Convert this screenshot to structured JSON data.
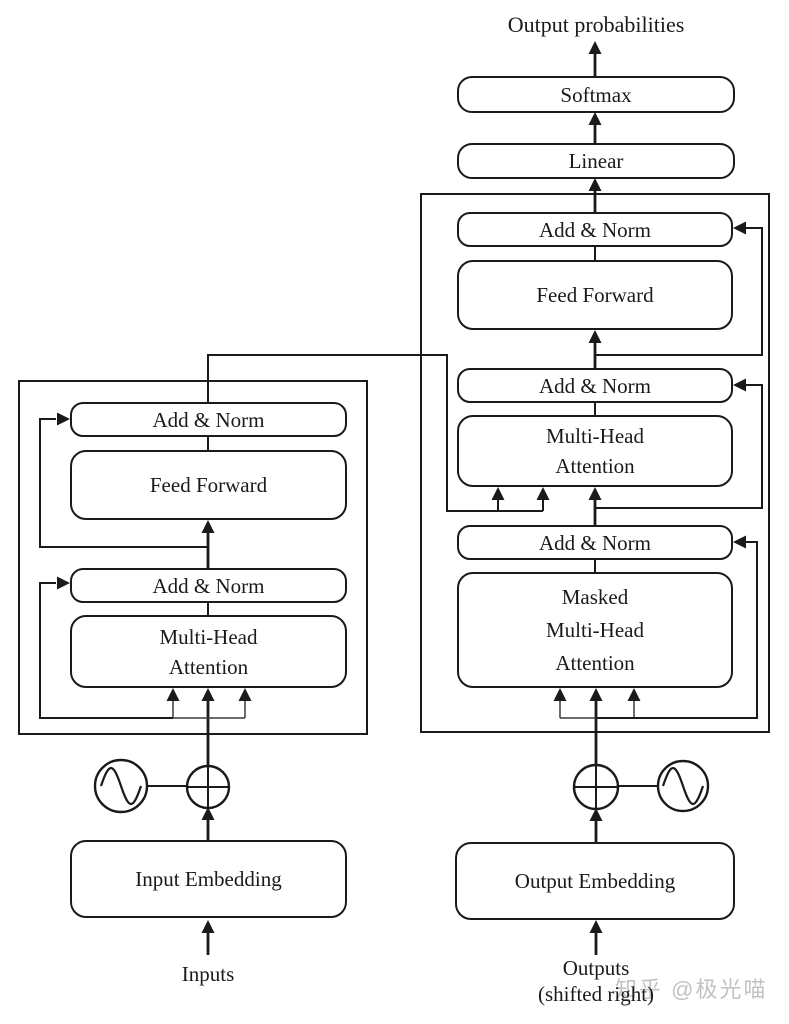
{
  "diagram": {
    "output_probabilities": "Output probabilities",
    "softmax": "Softmax",
    "linear": "Linear",
    "decoder": {
      "add_norm_top": "Add & Norm",
      "feed_forward": "Feed Forward",
      "add_norm_middle": "Add & Norm",
      "mha_line1": "Multi-Head",
      "mha_line2": "Attention",
      "add_norm_bottom": "Add & Norm",
      "masked_line1": "Masked",
      "masked_line2": "Multi-Head",
      "masked_line3": "Attention",
      "embedding": "Output Embedding",
      "input_line1": "Outputs",
      "input_line2": "(shifted right)"
    },
    "encoder": {
      "add_norm_top": "Add & Norm",
      "feed_forward": "Feed Forward",
      "add_norm_bottom": "Add & Norm",
      "mha_line1": "Multi-Head",
      "mha_line2": "Attention",
      "embedding": "Input Embedding",
      "input_label": "Inputs"
    },
    "watermark": {
      "text": "知乎 @极光喵",
      "color": "#c2c2c2"
    },
    "colors": {
      "line": "#1a1a1a",
      "background": "#ffffff"
    }
  }
}
